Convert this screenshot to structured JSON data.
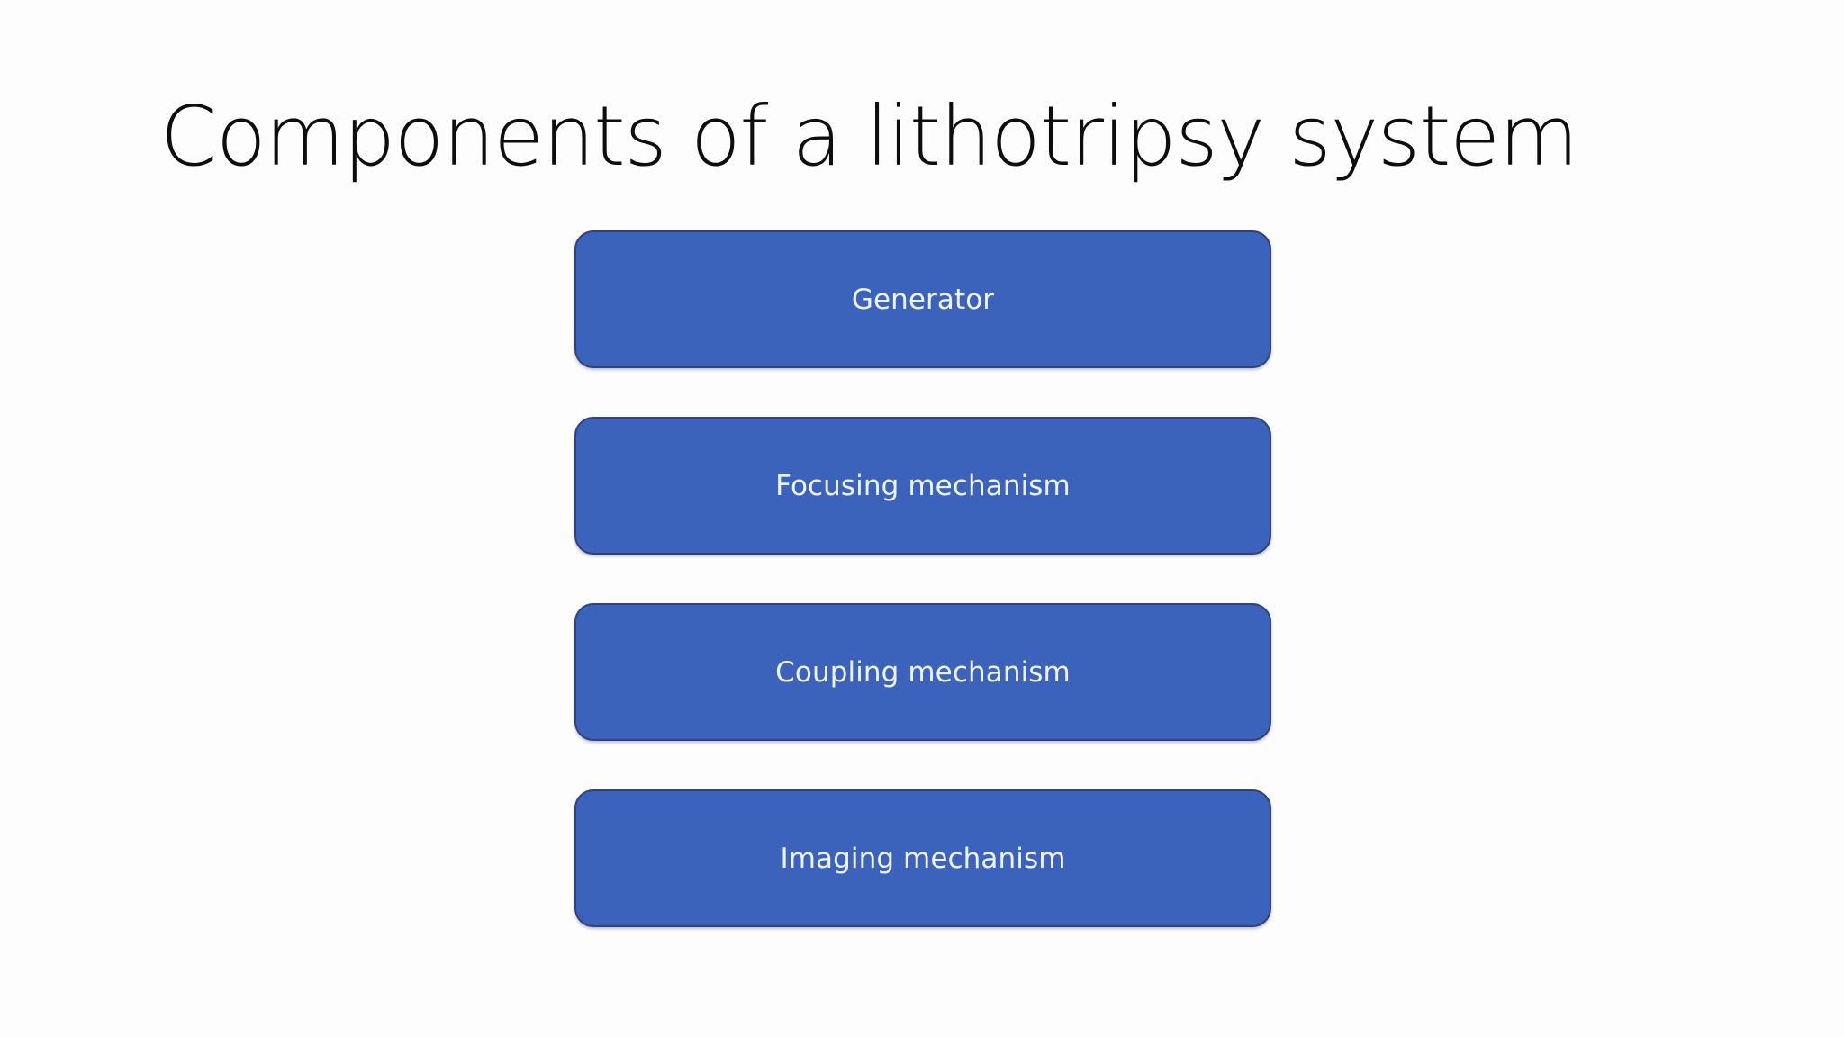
{
  "slide": {
    "title": "Components of a lithotripsy system",
    "background_color": "#fdfdfd",
    "title_color": "#0d0d0d"
  },
  "diagram": {
    "type": "vertical-stacked-blocks",
    "box_fill_color": "#3c63bc",
    "box_border_color": "#33427a",
    "box_text_color": "#eef4fd",
    "boxes": [
      {
        "label": "Generator"
      },
      {
        "label": "Focusing mechanism"
      },
      {
        "label": "Coupling mechanism"
      },
      {
        "label": "Imaging mechanism"
      }
    ]
  }
}
